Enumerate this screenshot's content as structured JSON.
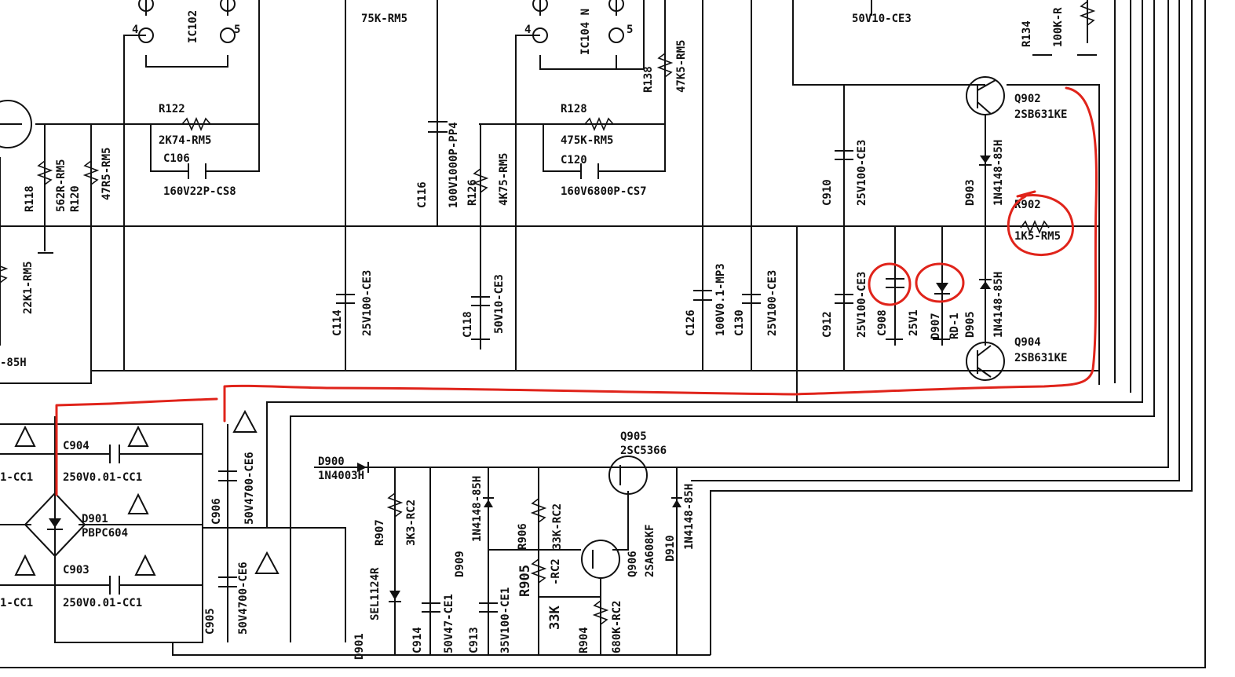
{
  "colors": {
    "ink": "#111111",
    "annotation": "#e0241b",
    "background": "#ffffff"
  },
  "labels": {
    "ic102": "IC102",
    "ic104": "IC104 N",
    "pin4": "4",
    "pin5": "5",
    "r_75k": "75K-RM5",
    "c_50v10": "50V10-CE3",
    "r134": "R134",
    "r134v": "100K-R",
    "r122": "R122",
    "r122v": "2K74-RM5",
    "c106": "C106",
    "c106v": "160V22P-CS8",
    "r118": "R118",
    "r118v": "562R-RM5",
    "r120": "R120",
    "r120v": "47R5-RM5",
    "r22k": "22K1-RM5",
    "d_85h": "-85H",
    "c116": "C116",
    "c116v": "100V1000P-PP4",
    "r126": "R126",
    "r126v": "4K75-RM5",
    "r128": "R128",
    "r128v": "475K-RM5",
    "c120": "C120",
    "c120v": "160V6800P-CS7",
    "r138": "R138",
    "r138v": "47K5-RM5",
    "c910": "C910",
    "c910v": "25V100-CE3",
    "q902": "Q902",
    "q902v": "2SB631KE",
    "d903": "D903",
    "d903v": "1N4148-85H",
    "r902": "R902",
    "r902v": "1K5-RM5",
    "d905": "D905",
    "d905v": "1N4148-85H",
    "q904": "Q904",
    "q904v": "2SB631KE",
    "c912": "C912",
    "c912v": "25V100-CE3",
    "c908": "C908",
    "c908v": "25V1",
    "d907": "D907",
    "d907v": "RD-1",
    "c114": "C114",
    "c114v": "25V100-CE3",
    "c118": "C118",
    "c118v": "50V10-CE3",
    "c126": "C126",
    "c126v": "100V0.1-MP3",
    "c130": "C130",
    "c130v": "25V100-CE3",
    "c904": "C904",
    "c904v": "250V0.01-CC1",
    "cc1": "1-CC1",
    "d901": "D901",
    "d901v": "PBPC604",
    "c903": "C903",
    "c903v": "250V0.01-CC1",
    "cc1b": "1-CC1",
    "c906": "C906",
    "c906v": "50V4700-CE6",
    "c905": "C905",
    "c905v": "50V4700-CE6",
    "d900": "D900",
    "d900v": "1N4003H",
    "r907": "R907",
    "r907v": "3K3-RC2",
    "d_led": "D901",
    "d_ledv": "SEL1124R",
    "c914": "C914",
    "c914v": "50V47-CE1",
    "c913": "C913",
    "c913v": "35V100-CE1",
    "d909": "D909",
    "d909v": "1N4148-85H",
    "r906": "R906",
    "r906v": "33K-RC2",
    "r905": "R905",
    "r905v": "33K",
    "r905b": "-RC2",
    "q905": "Q905",
    "q905v": "2SC5366",
    "q906": "Q906",
    "q906v": "2SA608KF",
    "r904": "R904",
    "r904v": "680K-RC2",
    "d910": "D910",
    "d910v": "1N4148-85H"
  }
}
